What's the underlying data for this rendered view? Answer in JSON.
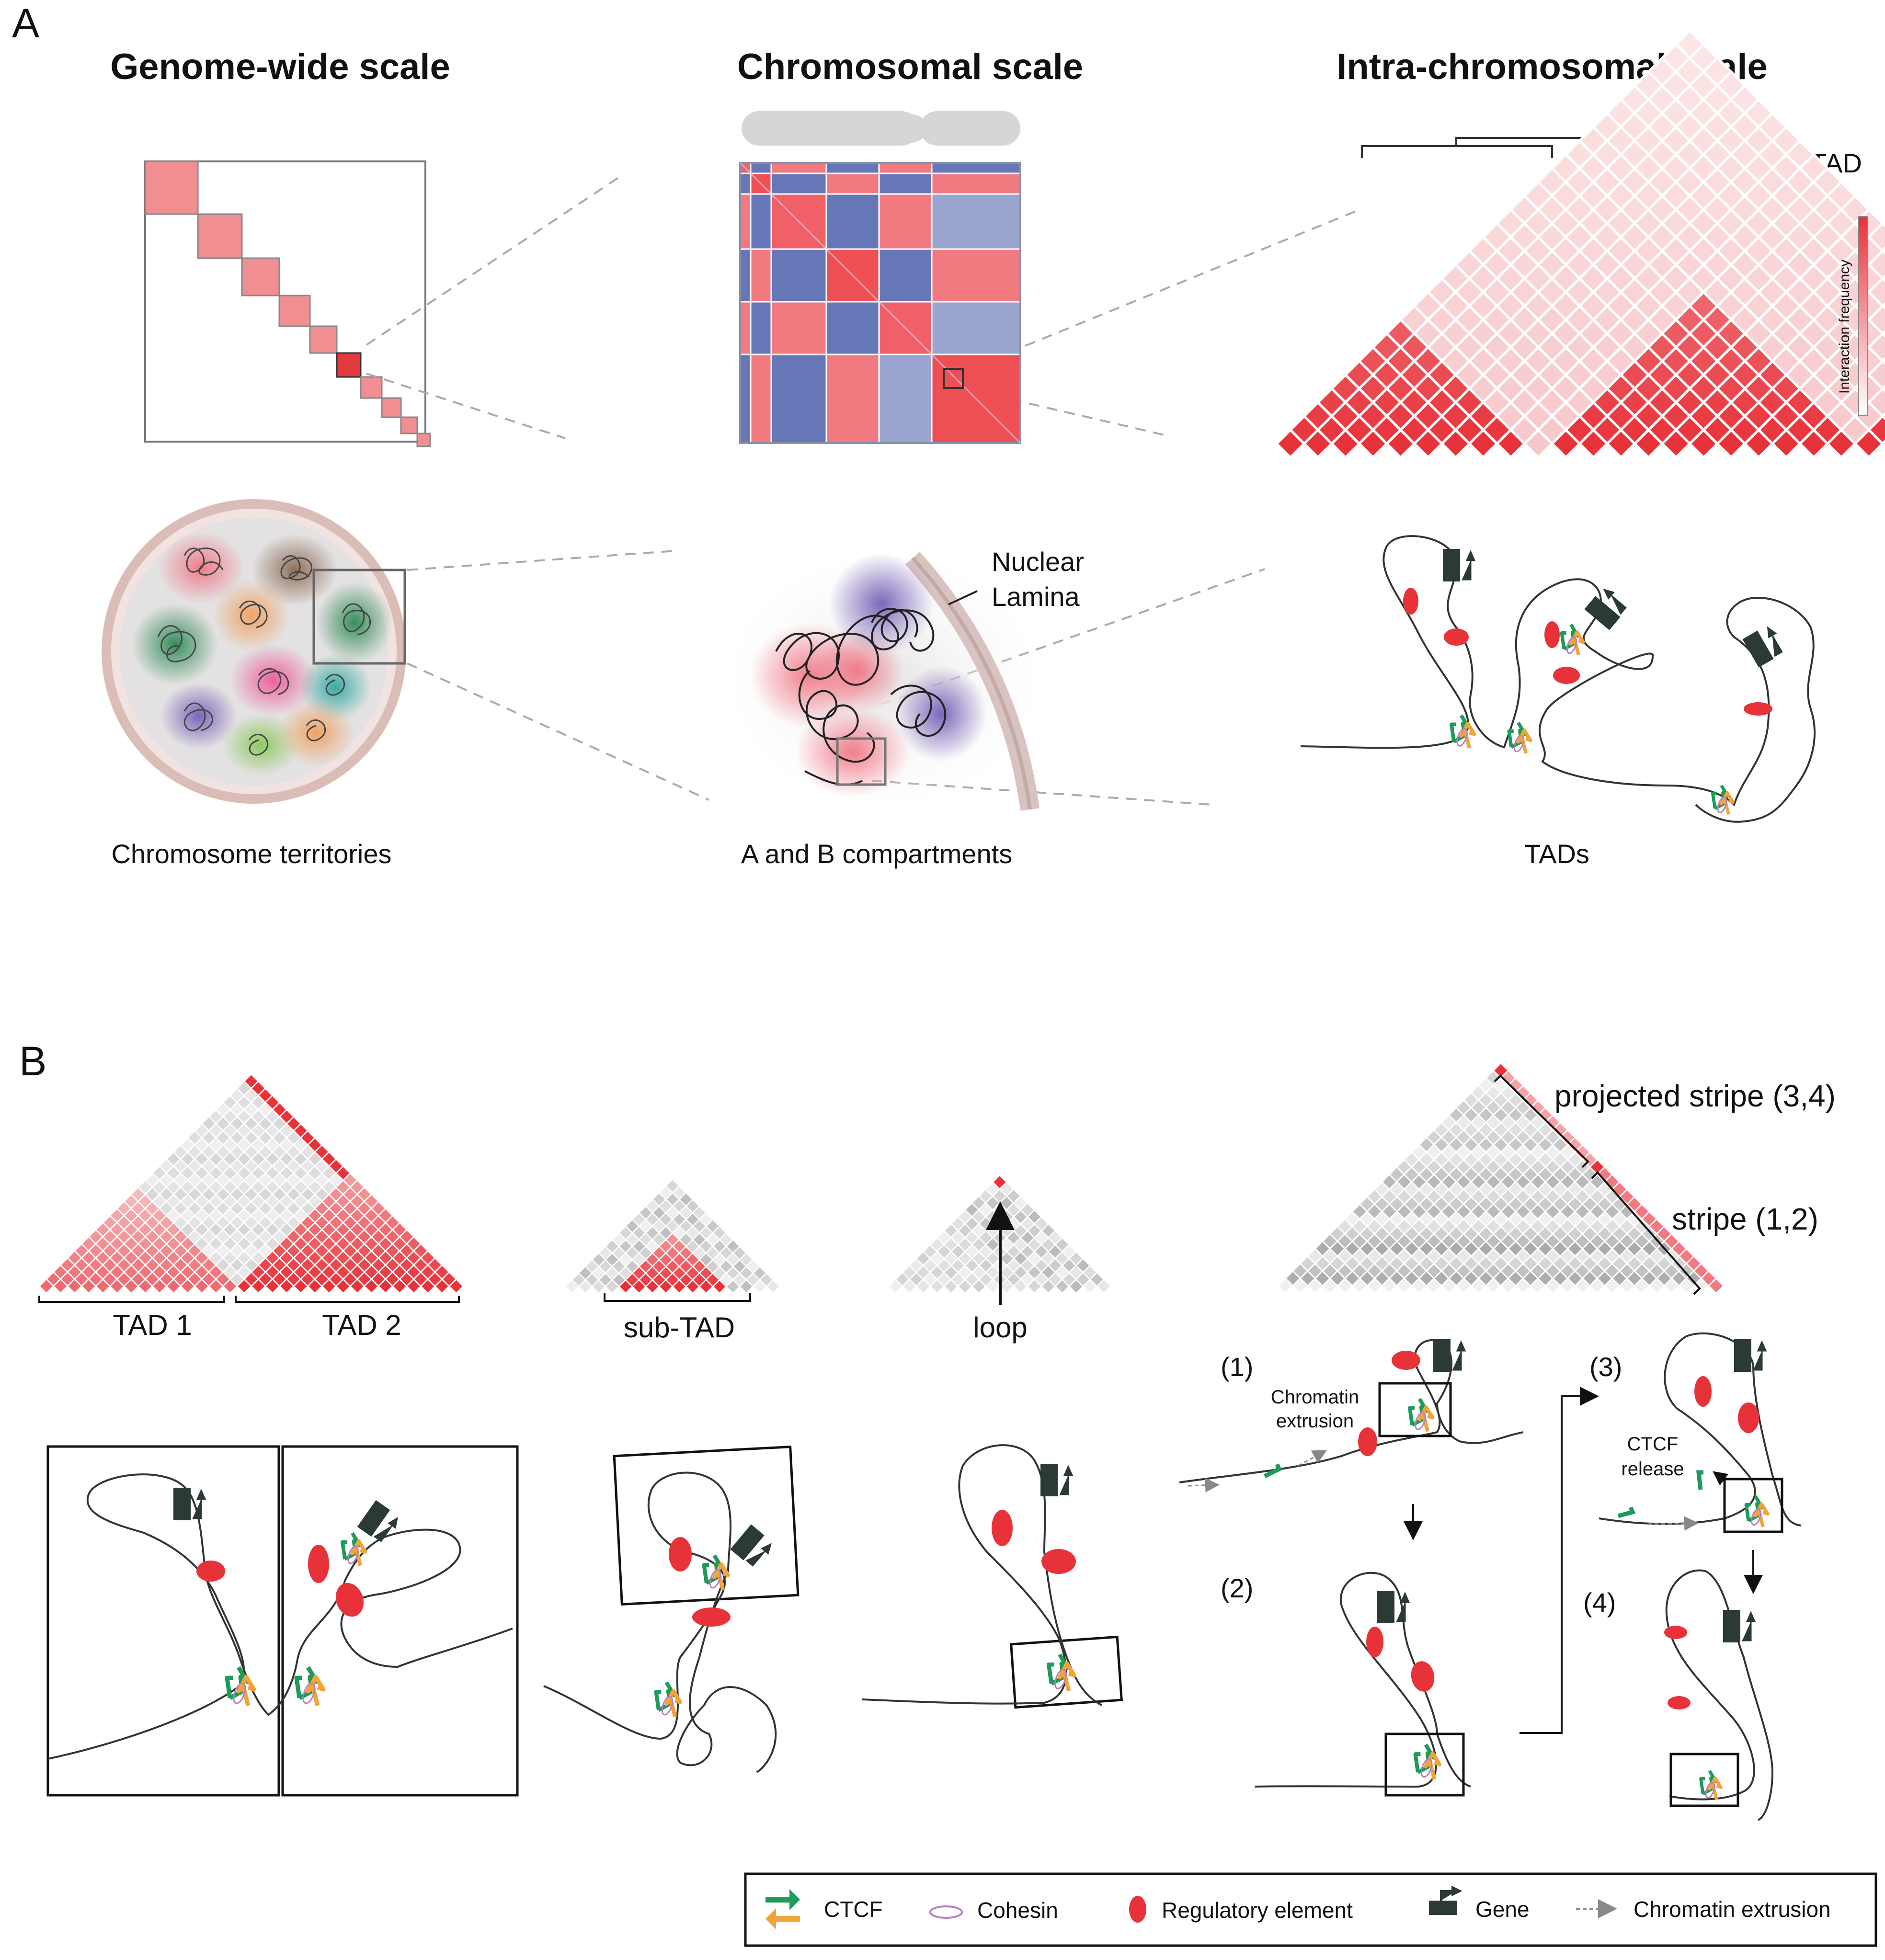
{
  "panel_a": {
    "letter": "A",
    "scale_titles": [
      "Genome-wide scale",
      "Chromosomal scale",
      "Intra-chromosomal scale"
    ],
    "meta_tad": "Meta TAD",
    "colorbar_label": "Interaction frequency",
    "nuclear_lamina": [
      "Nuclear",
      "Lamina"
    ],
    "bottom_labels": [
      "Chromosome territories",
      "A and B compartments",
      "TADs"
    ]
  },
  "panel_b": {
    "letter": "B",
    "tad_labels": [
      "TAD 1",
      "TAD 2"
    ],
    "sub_tad": "sub-TAD",
    "loop": "loop",
    "projected_stripe": "projected stripe (3,4)",
    "stripe": "stripe (1,2)",
    "steps": [
      "(1)",
      "(2)",
      "(3)",
      "(4)"
    ],
    "chromatin_extrusion": [
      "Chromatin",
      "extrusion"
    ],
    "ctcf_release": [
      "CTCF",
      "release"
    ]
  },
  "legend": {
    "items": [
      "CTCF",
      "Cohesin",
      "Regulatory element",
      "Gene",
      "Chromatin extrusion"
    ]
  },
  "colors": {
    "red": "#e8323a",
    "pink": "#f29b9d",
    "blue": "#6677b8",
    "ctcf_green": "#1e9a5a",
    "ctcf_orange": "#f2a43a",
    "gene": "#2b3a36",
    "cohesin": "#b77fc0"
  }
}
